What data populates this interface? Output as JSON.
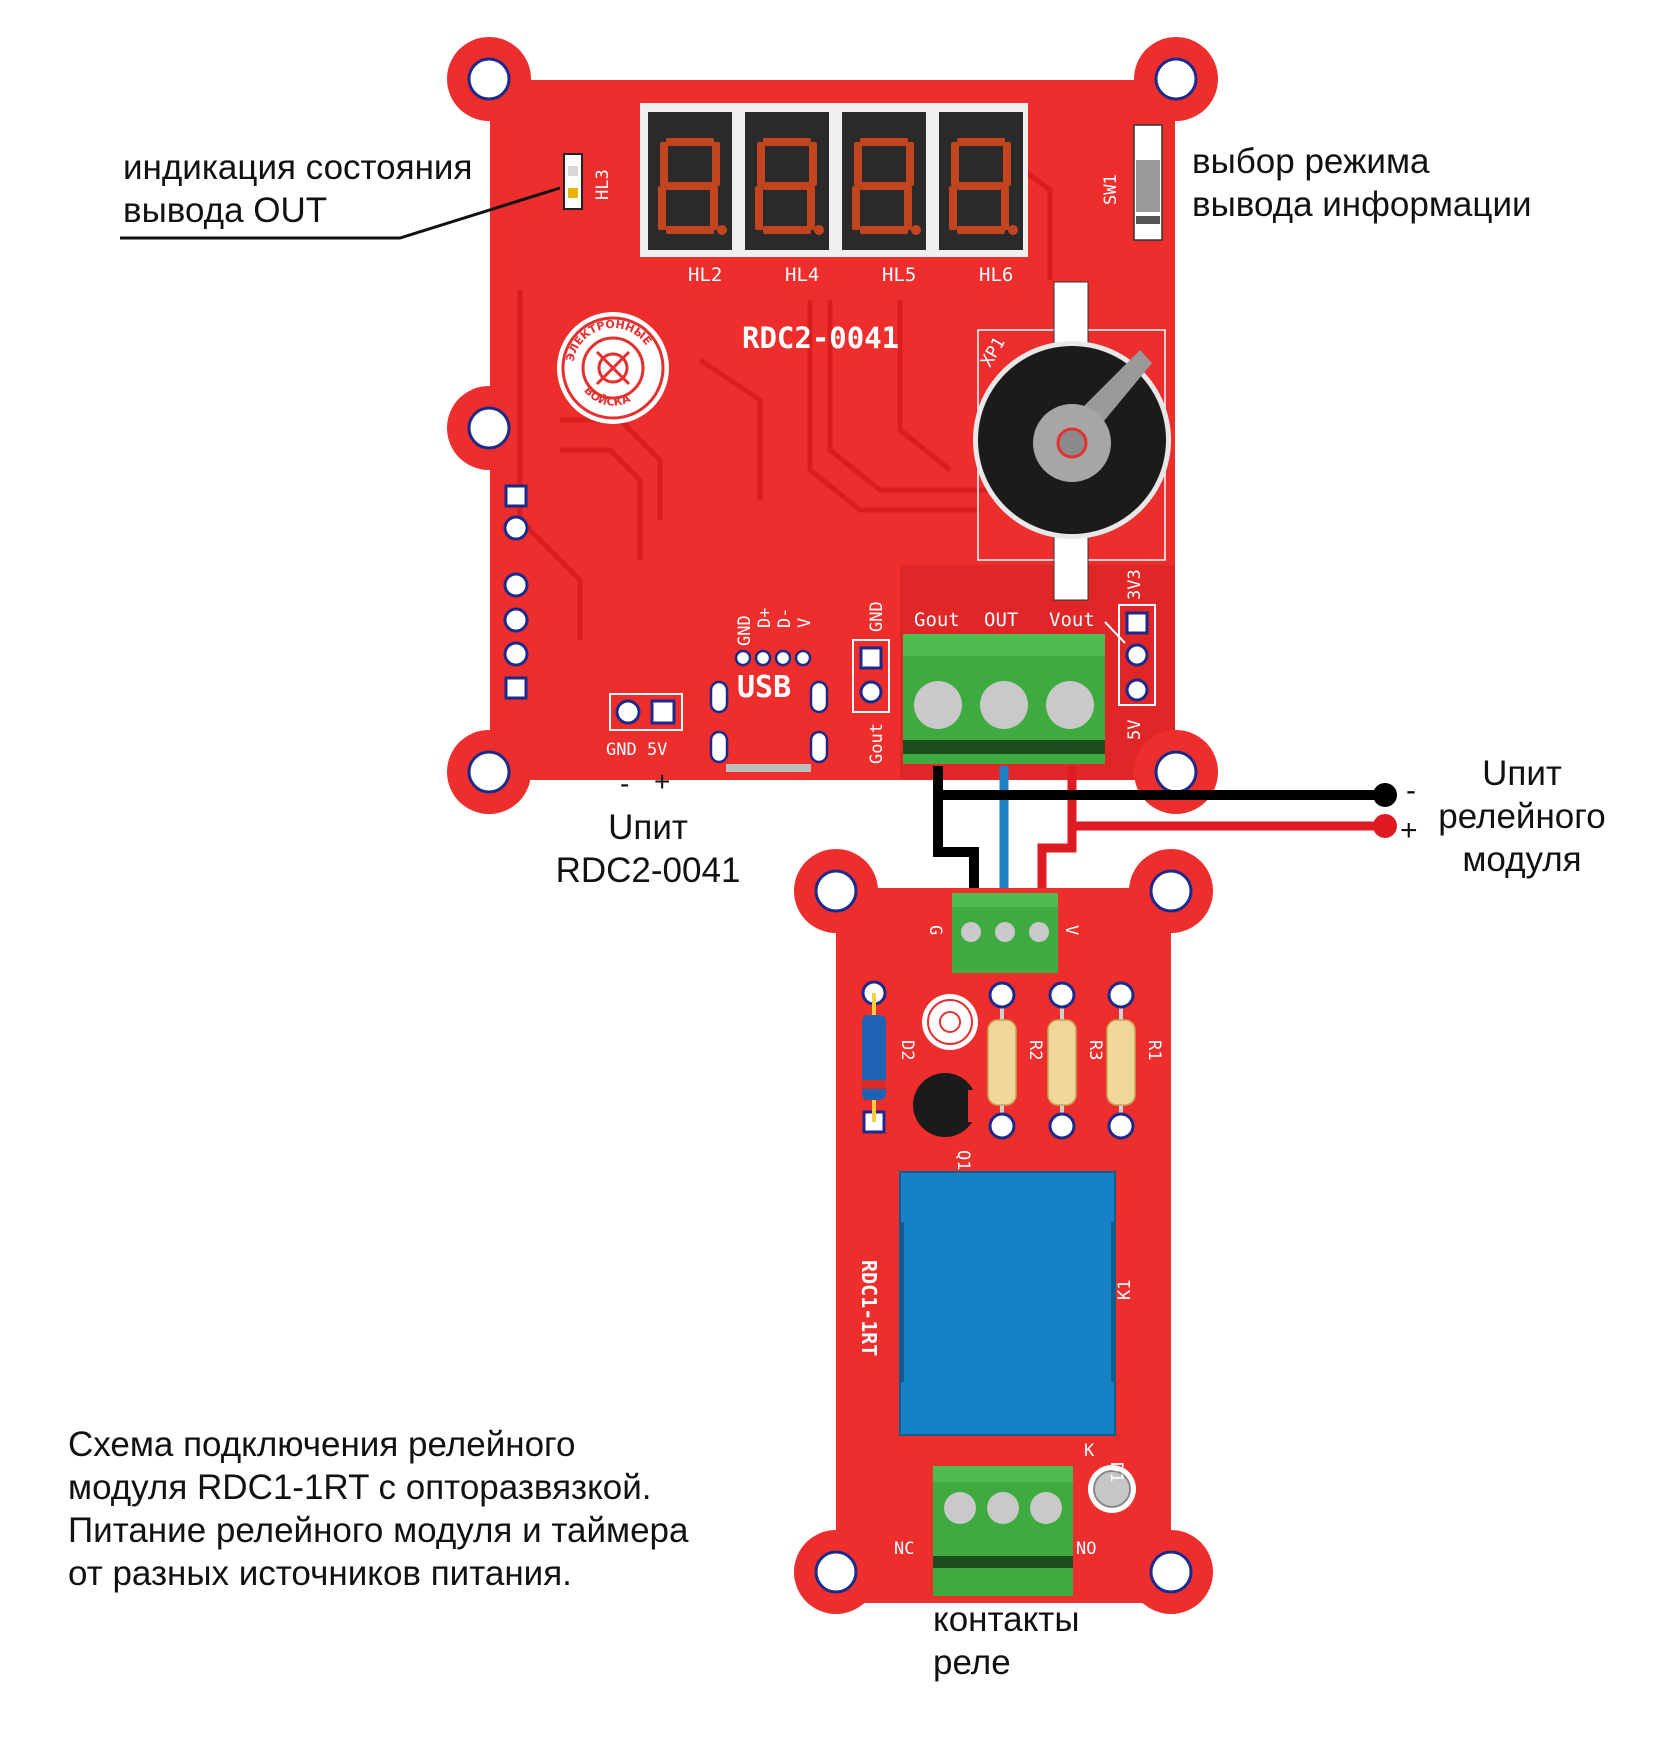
{
  "annotations": {
    "out_indicator": "индикация состояния\nвывода OUT",
    "mode_select": "выбор режима\nвывода информации",
    "relay_power": "Uпит\nрелейного\nмодуля",
    "timer_power": "Uпит\nRDC2-0041",
    "relay_contacts": "контакты\nреле",
    "caption": "Схема подключения релейного\nмодуля RDC1-1RT с опторазвязкой.\nПитание релейного модуля и таймера\nот разных источников питания."
  },
  "timer_board": {
    "name": "RDC2-0041",
    "display_refs": [
      "HL2",
      "HL4",
      "HL5",
      "HL6"
    ],
    "led_ref": "HL3",
    "switch_ref": "SW1",
    "pot_ref": "XP1",
    "logo_top": "ЭЛЕКТРОННЫЕ",
    "logo_bottom": "ВОЙСКА",
    "usb_label": "USB",
    "usb_pins": [
      "GND",
      "D+",
      "D-",
      "V"
    ],
    "gnd_label": "GND",
    "power_pins": "GND 5V",
    "power_minus": "-",
    "power_plus": "+",
    "gout_vertical": "Gout",
    "terminal_labels": [
      "Gout",
      "OUT",
      "Vout"
    ],
    "v33_label": "3V3",
    "v5_label": "5V"
  },
  "relay_board": {
    "name": "RDC1-1RT",
    "terminal_left": "G",
    "terminal_right": "V",
    "resistor_refs": [
      "R2",
      "R3",
      "R1"
    ],
    "diode_ref": "D2",
    "transistor_ref": "Q1",
    "relay_ref": "K1",
    "led_ref": "D1",
    "led_k": "K",
    "nc_label": "NC",
    "no_label": "NO"
  },
  "wires": {
    "minus_label": "-",
    "plus_label": "+"
  },
  "colors": {
    "pcb": "#ee2d2d",
    "pcb_dark": "#d41f1f",
    "terminal_green": "#3faa3f",
    "relay_blue": "#1681c4",
    "wire_black": "#000000",
    "wire_blue": "#1f7fc4",
    "wire_red": "#e01a22",
    "segment": "#c2451f"
  }
}
